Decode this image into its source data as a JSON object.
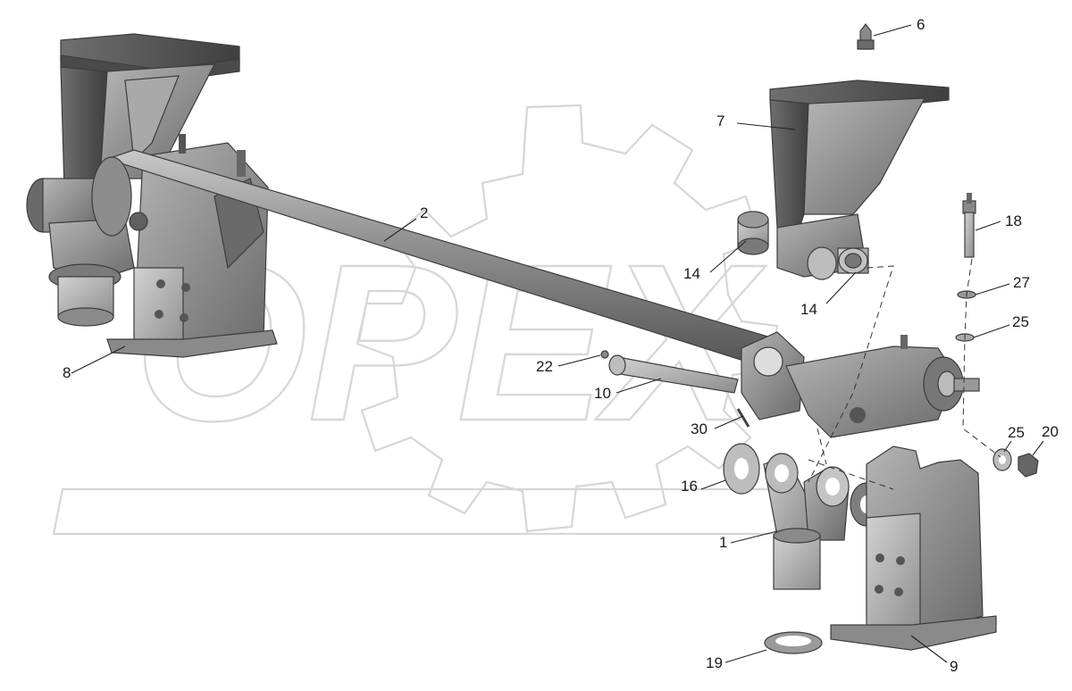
{
  "diagram": {
    "watermark": {
      "text": "OPEX"
    },
    "callouts": [
      {
        "id": "c1",
        "label": "1"
      },
      {
        "id": "c2",
        "label": "2"
      },
      {
        "id": "c6",
        "label": "6"
      },
      {
        "id": "c7",
        "label": "7"
      },
      {
        "id": "c8",
        "label": "8"
      },
      {
        "id": "c9",
        "label": "9"
      },
      {
        "id": "c10",
        "label": "10"
      },
      {
        "id": "c14a",
        "label": "14"
      },
      {
        "id": "c14b",
        "label": "14"
      },
      {
        "id": "c16",
        "label": "16"
      },
      {
        "id": "c18",
        "label": "18"
      },
      {
        "id": "c19",
        "label": "19"
      },
      {
        "id": "c20",
        "label": "20"
      },
      {
        "id": "c22",
        "label": "22"
      },
      {
        "id": "c25a",
        "label": "25"
      },
      {
        "id": "c25b",
        "label": "25"
      },
      {
        "id": "c27",
        "label": "27"
      },
      {
        "id": "c30",
        "label": "30"
      }
    ],
    "colors": {
      "metal_dark": "#5e5e5e",
      "metal_mid": "#8c8c8c",
      "metal_light": "#bdbdbd",
      "watermark": "#d6d6d6"
    }
  }
}
